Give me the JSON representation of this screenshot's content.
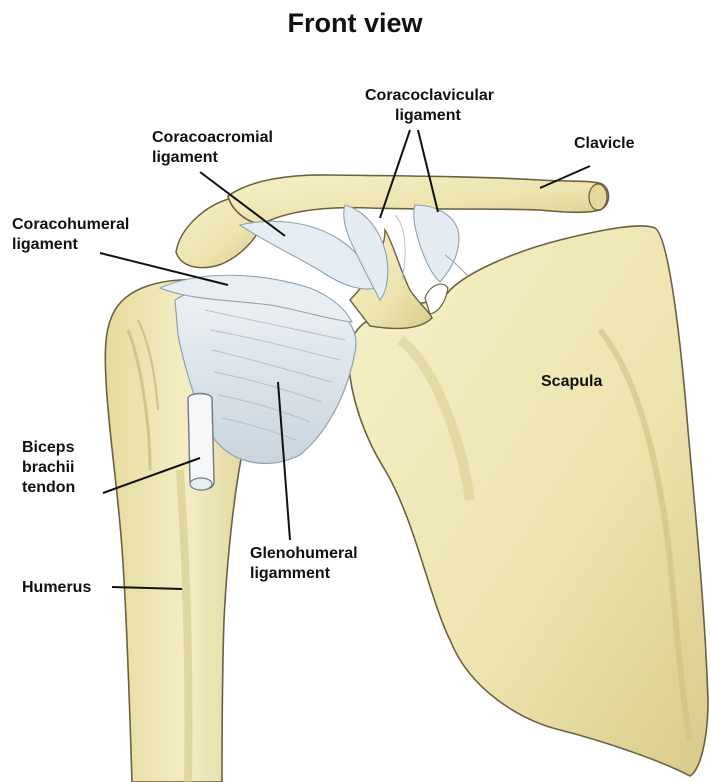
{
  "title": "Front view",
  "labels": {
    "coracoclavicular": [
      "Coracoclavicular",
      "ligament"
    ],
    "coracoacromial": [
      "Coracoacromial",
      "ligament"
    ],
    "clavicle": [
      "Clavicle"
    ],
    "coracohumeral": [
      "Coracohumeral",
      "ligament"
    ],
    "scapula": [
      "Scapula"
    ],
    "biceps": [
      "Biceps",
      "brachii",
      "tendon"
    ],
    "glenohumeral": [
      "Glenohumeral",
      "ligamment"
    ],
    "humerus": [
      "Humerus"
    ]
  },
  "colors": {
    "bone": "#efe6b4",
    "bone_shadow": "#d9cd8e",
    "bone_outline": "#6b6040",
    "ligament": "#e3eaf0",
    "ligament_shadow": "#b9c6d1",
    "leader": "#111111"
  }
}
